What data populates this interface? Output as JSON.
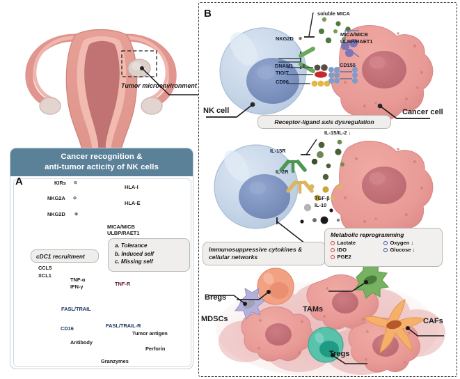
{
  "figure": {
    "overview_label": "Tumor microenvironment",
    "panelA_letter": "A",
    "panelB_letter": "B"
  },
  "panelA": {
    "header_line1": "Cancer recognition &",
    "header_line2": "anti-tumor acticity of NK cells",
    "nk_receptors": [
      "KIRs",
      "NKG2A",
      "NKG2D"
    ],
    "tumor_ligands": [
      "HLA-I",
      "HLA-E",
      "MICA/MICB",
      "ULBP/RAET1"
    ],
    "ligand_group_1": "HLA-I",
    "ligand_group_2": "HLA-E",
    "ligand_group_3_line1": "MICA/MICB",
    "ligand_group_3_line2": "ULBP/RAET1",
    "self_box": {
      "a": "a. Tolerance",
      "b": "b. Induced self",
      "c": "c. Missing self"
    },
    "cdc1_callout": "cDC1 recruitment",
    "chemokines": [
      "CCL5",
      "XCL1"
    ],
    "cytokine_line1": "TNF-α",
    "cytokine_line2": "IFN-γ",
    "effectors": {
      "fasl_trail": "FASL/TRAIL",
      "fasl_trail_r": "FASL/TRAIL-R",
      "tnf_r": "TNF-R",
      "cd16": "CD16",
      "antibody": "Antibody",
      "tumor_antigen": "Tumor antigen",
      "perforin": "Perforin",
      "granzymes": "Granzymes"
    }
  },
  "panelB": {
    "top": {
      "soluble_mica": "soluble MICA",
      "nk_receptor_nkg2d": "NKG2D",
      "ligand_line1": "MICA/MICB",
      "ligand_line2": "ULBP/RAET1",
      "dnam1": "DNAM1",
      "tigit": "TIGIT",
      "cd96": "CD96",
      "cd155": "CD155",
      "nk_cell_label": "NK cell",
      "cancer_cell_label": "Cancer cell",
      "callout": "Receptor-ligand axis dysregulation"
    },
    "middle": {
      "il15_il2": "IL-15/IL-2 ↓",
      "il15r": "IL-15R",
      "il2r": "IL-2R",
      "tgfb": "TGF-β",
      "il10": "IL-10",
      "callout_line1": "Immunosuppressive cytokines &",
      "callout_line2": "cellular networks"
    },
    "metabolic": {
      "title": "Metabolic reprogramming",
      "left_items": [
        "Lactate",
        "IDO",
        "PGE2"
      ],
      "right_items": [
        "Oxygen ↓",
        "Glucose ↓"
      ]
    },
    "tme_cells": {
      "bregs": "Bregs",
      "mdscs": "MDSCs",
      "tams": "TAMs",
      "tregs": "Tregs",
      "cafs": "CAFs"
    }
  },
  "colors": {
    "header_bar": "#5b8199",
    "nk_cell_body": "#c7d6e8",
    "nk_cell_nucleus": "#7b93c0",
    "cancer_cell_body": "#e89a96",
    "cancer_cell_nucleus": "#c4707a",
    "uterus_pink": "#e9a79e",
    "uterus_deep": "#b56b6b",
    "bregs": "#f3a183",
    "mdscs": "#b3b1dc",
    "tams": "#76b262",
    "tregs": "#58c2ab",
    "cafs": "#f7b06a",
    "metabolic_red": "#d03a3a",
    "metabolic_blue": "#2b4fa0"
  }
}
